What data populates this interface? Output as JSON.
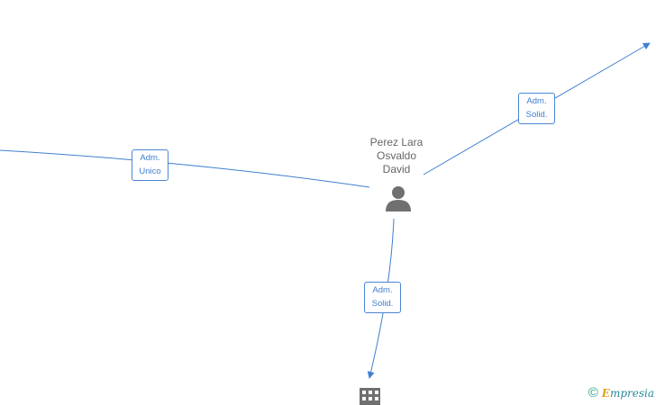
{
  "center_node": {
    "name_lines": [
      "Perez Lara",
      "Osvaldo",
      "David"
    ],
    "icon": "person-icon"
  },
  "edges": [
    {
      "id": "left",
      "label_lines": [
        "Adm.",
        "Unico"
      ]
    },
    {
      "id": "top-right",
      "label_lines": [
        "Adm.",
        "Solid."
      ]
    },
    {
      "id": "bottom",
      "label_lines": [
        "Adm.",
        "Solid."
      ]
    }
  ],
  "bottom_node": {
    "icon": "building-icon"
  },
  "brand": {
    "copyright_symbol": "©",
    "first_letter": "E",
    "rest": "mpresia"
  },
  "colors": {
    "edge": "#3f7fcf",
    "node_icon": "#707070",
    "label_text": "#3f7fcf"
  }
}
